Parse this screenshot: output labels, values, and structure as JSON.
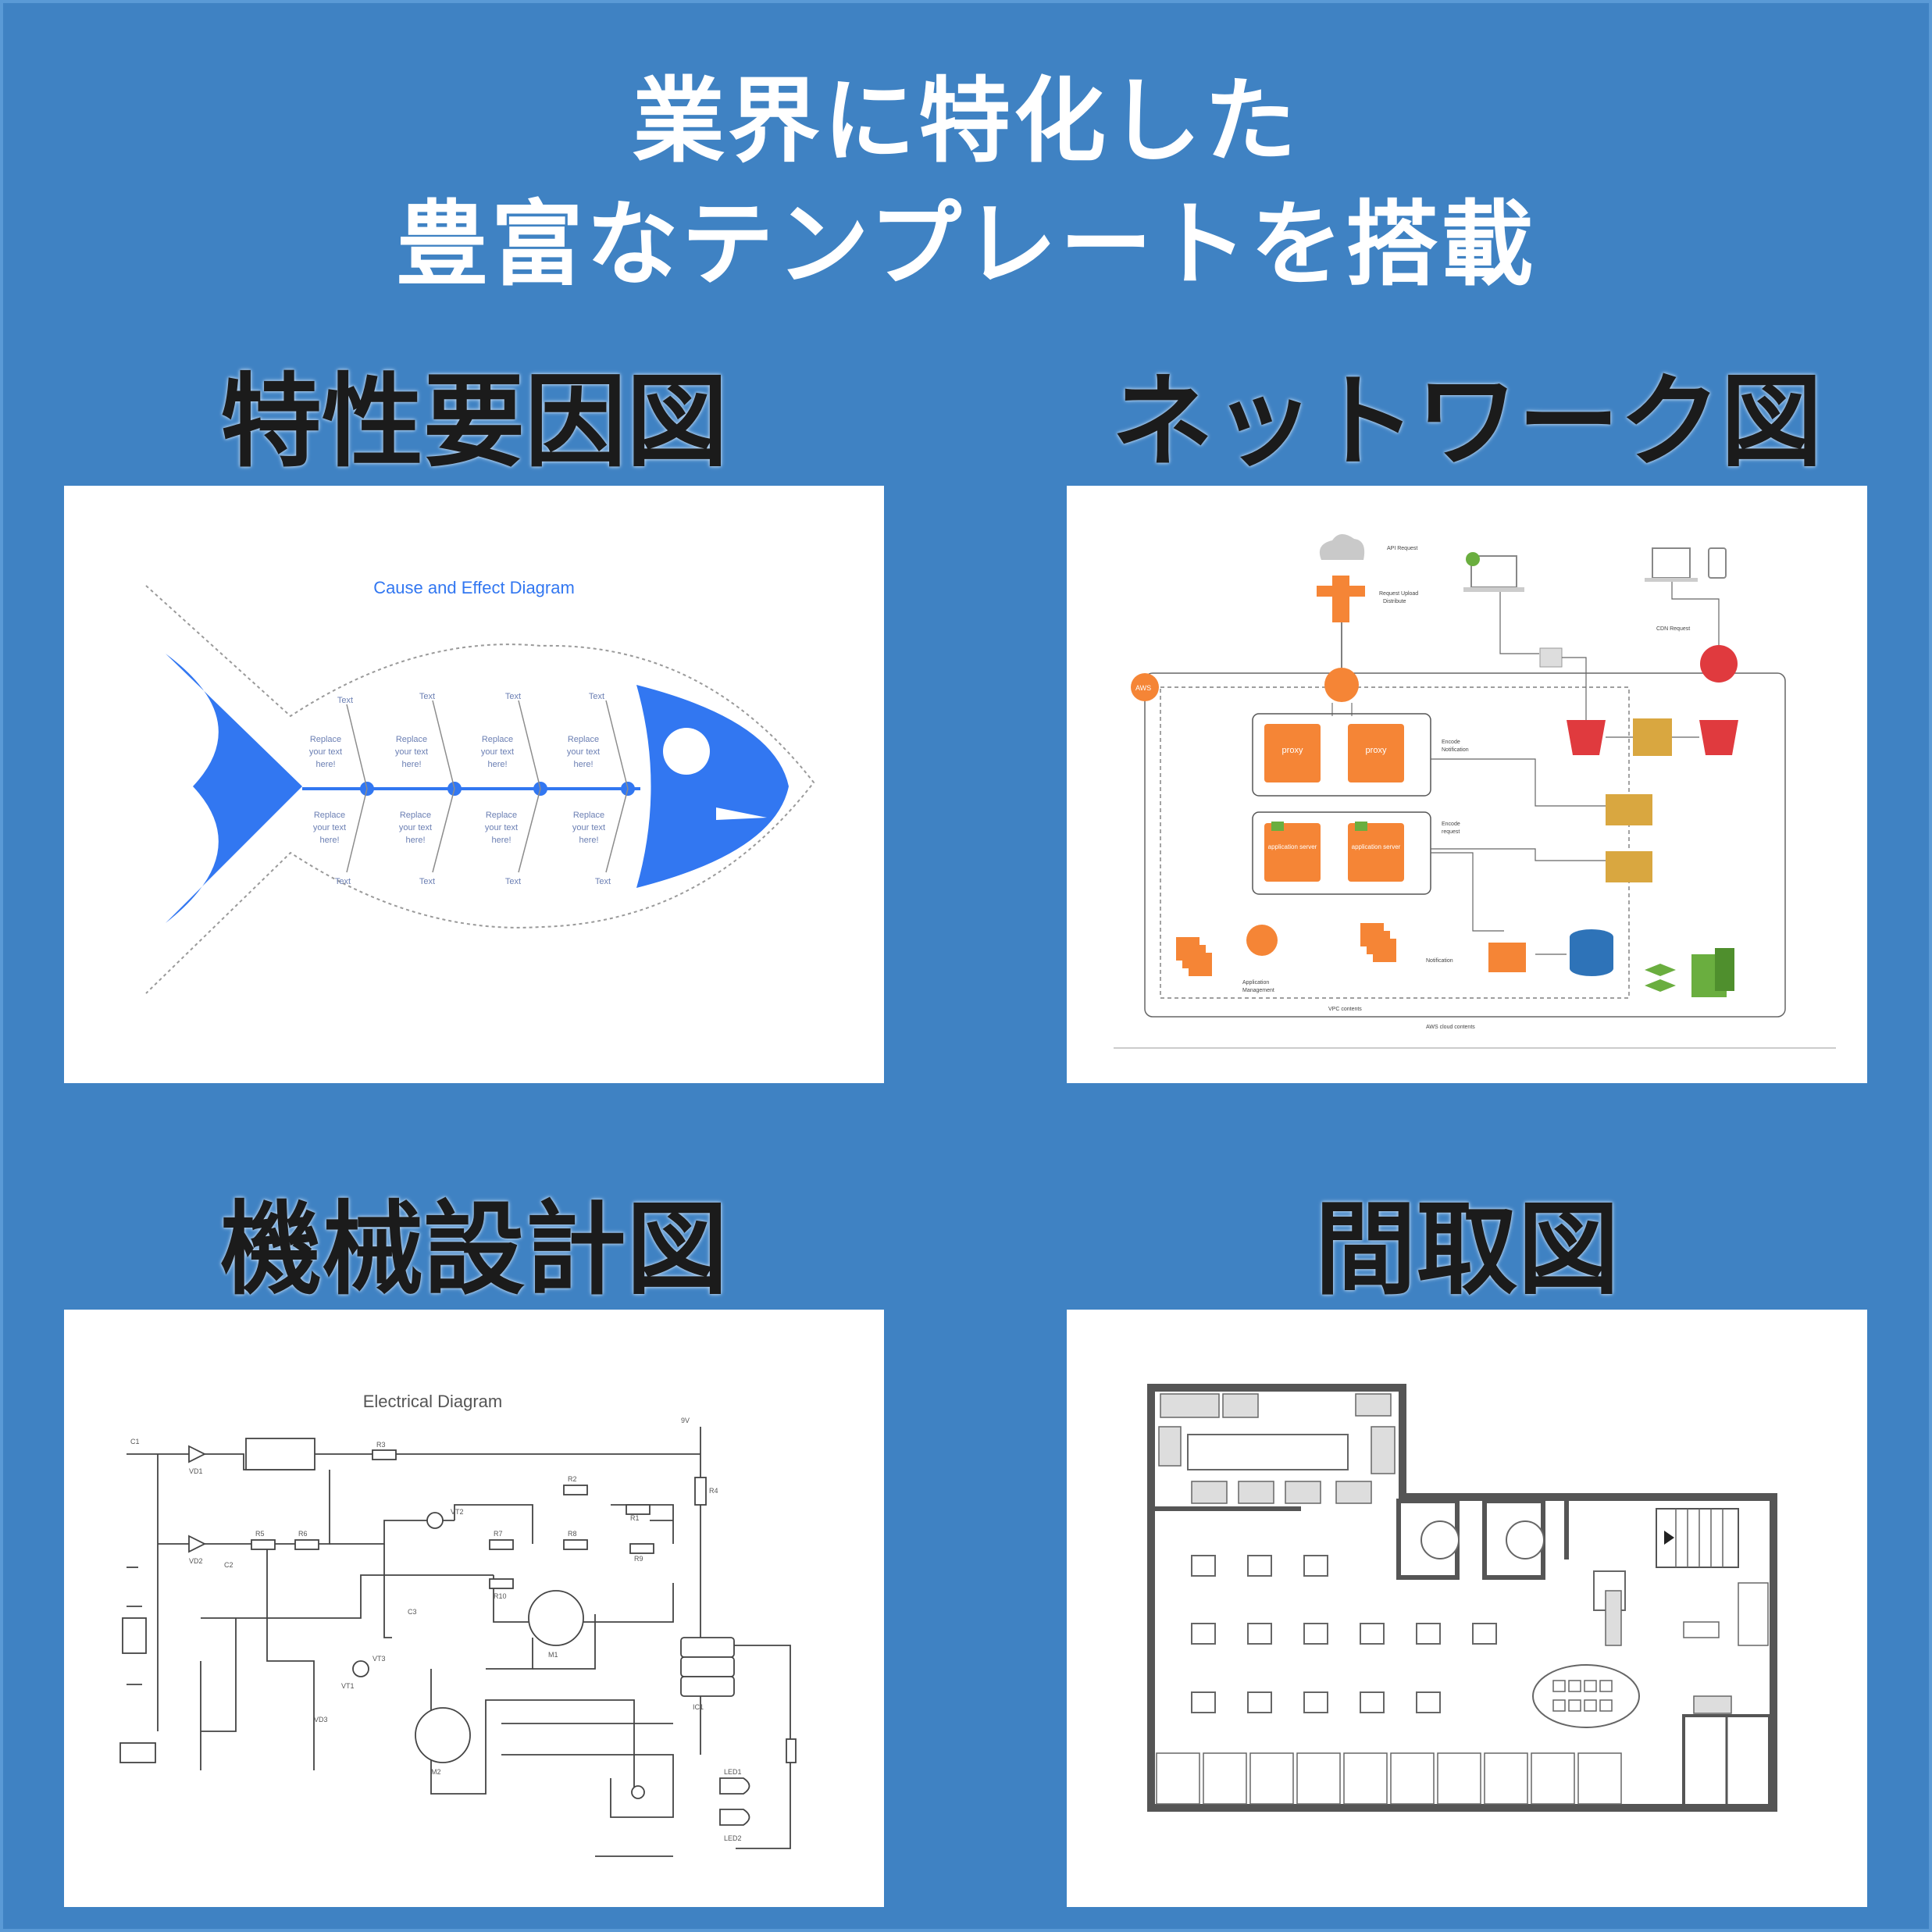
{
  "headline": {
    "line1": "業界に特化した",
    "line2": "豊富なテンプレートを搭載"
  },
  "sections": {
    "fishbone": {
      "title": "特性要因図",
      "diagram_title": "Cause and Effect Diagram",
      "cause_label": "Text",
      "branch_text": [
        "Replace",
        "your text",
        "here!"
      ]
    },
    "network": {
      "title": "ネットワーク図",
      "labels": {
        "api_request": "API Request",
        "request_upload": "Request Upload",
        "distribute": "Distribute",
        "cdn_request": "CDN Request",
        "encode_notification": "Encode",
        "notification": "Notification",
        "encode_request": "Encode",
        "request": "request",
        "proxy1": "proxy",
        "proxy2": "proxy",
        "app_server1": "application server",
        "app_server2": "application server",
        "app_mgmt": "Application",
        "management": "Management",
        "notification2": "Notification",
        "vpc": "VPC contents",
        "aws_cloud": "AWS cloud contents",
        "aws_badge": "AWS"
      }
    },
    "mechanical": {
      "title": "機械設計図",
      "diagram_title": "Electrical Diagram",
      "labels": [
        "R3",
        "R2",
        "R1",
        "R4",
        "R5",
        "R6",
        "R7",
        "R8",
        "R9",
        "R10",
        "C1",
        "C2",
        "C3",
        "VD1",
        "VD2",
        "VD3",
        "VT1",
        "VT2",
        "VT3",
        "LED1",
        "LED2",
        "M1",
        "M2",
        "IC1",
        "9V"
      ]
    },
    "floorplan": {
      "title": "間取図"
    }
  },
  "colors": {
    "background": "#3f82c3",
    "fish": "#3277f1",
    "aws_orange": "#f58536",
    "aws_red": "#e03a3e",
    "aws_gold": "#d9a740",
    "dynamo_blue": "#2e73b8",
    "green": "#6aae3f"
  }
}
